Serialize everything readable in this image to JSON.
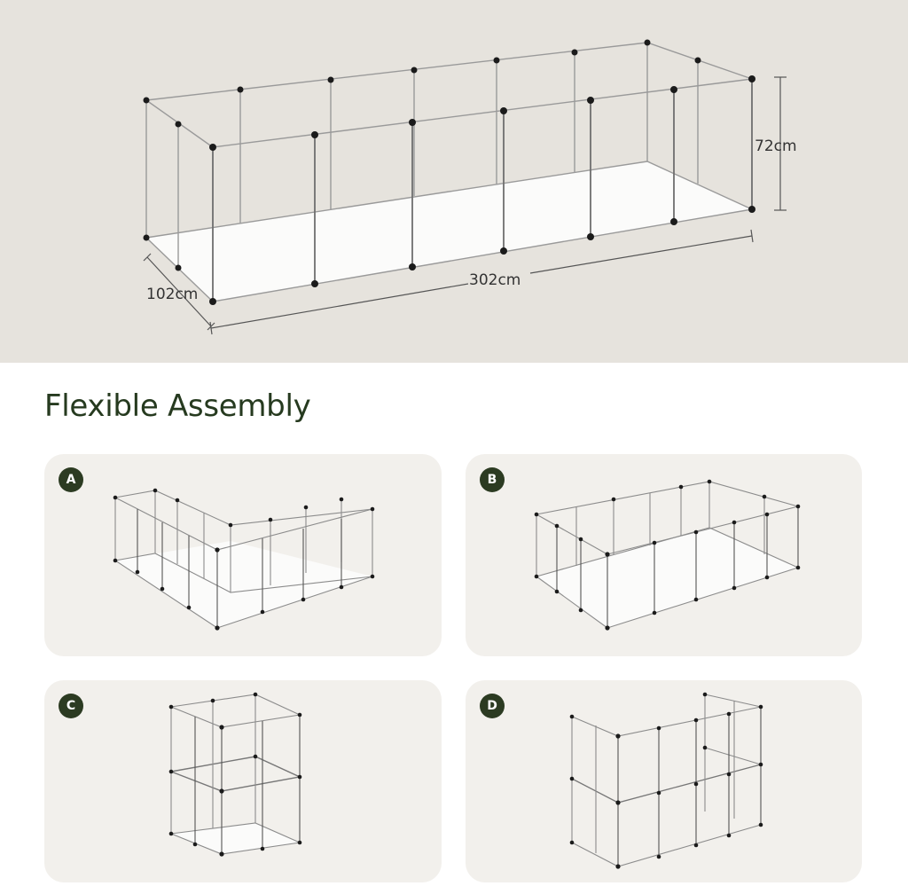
{
  "dimensions": {
    "height_label": "72cm",
    "depth_label": "102cm",
    "length_label": "302cm"
  },
  "section_title": "Flexible Assembly",
  "options": [
    {
      "badge": "A"
    },
    {
      "badge": "B"
    },
    {
      "badge": "C"
    },
    {
      "badge": "D"
    }
  ],
  "colors": {
    "hero_background": "#e6e3dd",
    "card_background": "#f2f0ec",
    "badge_background": "#2c3b22",
    "title_color": "#263a1f"
  }
}
